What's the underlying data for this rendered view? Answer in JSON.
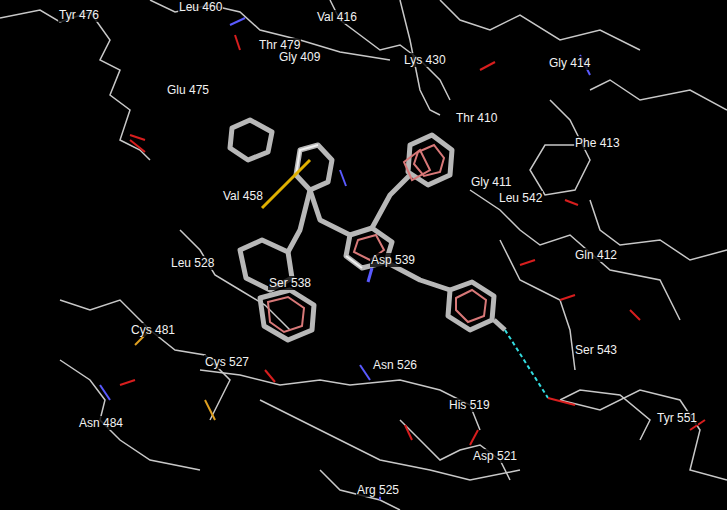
{
  "diagram": {
    "labels": [
      "Tyr 476",
      "Leu 460",
      "Val 416",
      "Thr 479",
      "Gly 409",
      "Lys 430",
      "Gly 414",
      "Glu 475",
      "Thr 410",
      "Phe 413",
      "Gly 411",
      "Val 458",
      "Leu 542",
      "Gln 412",
      "Asp 539",
      "Leu 528",
      "Ser 538",
      "Cys 481",
      "Ser 543",
      "Cys 527",
      "Asn 526",
      "His 519",
      "Asn 484",
      "Tyr 551",
      "Asp 521",
      "Arg 525"
    ]
  }
}
